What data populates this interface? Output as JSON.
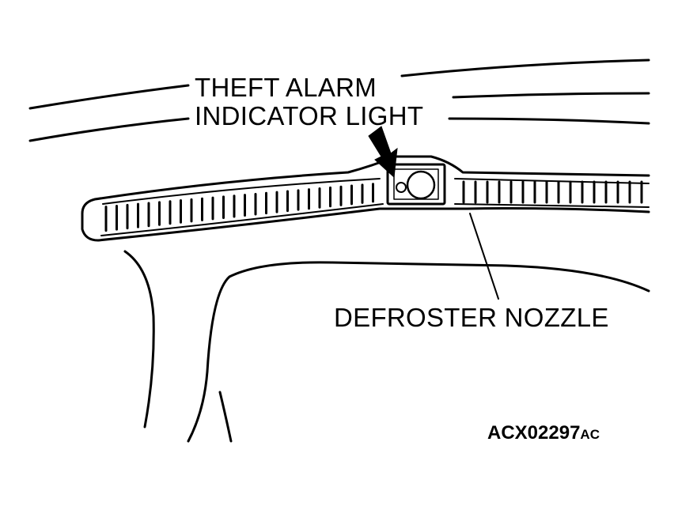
{
  "labels": {
    "theft_alarm_line1": "THEFT ALARM",
    "theft_alarm_line2": "INDICATOR LIGHT",
    "defroster_nozzle": "DEFROSTER NOZZLE"
  },
  "figure_code": {
    "main": "ACX02297",
    "suffix": "AC"
  },
  "colors": {
    "ink": "#000000",
    "paper": "#ffffff"
  }
}
